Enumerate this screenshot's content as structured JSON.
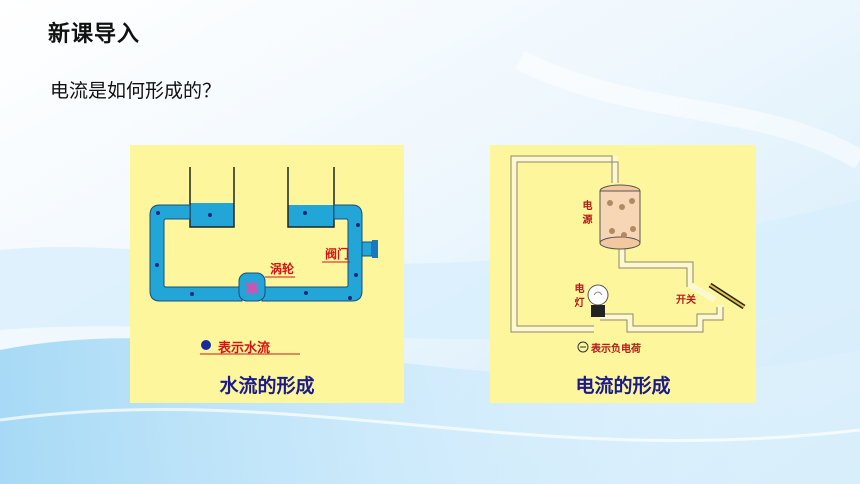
{
  "slide": {
    "title": "新课导入",
    "question": "电流是如何形成的？"
  },
  "water_panel": {
    "caption": "水流的形成",
    "turbine_label": "涡轮",
    "valve_label": "阀门",
    "legend_label": "表示水流"
  },
  "current_panel": {
    "caption": "电流的形成",
    "source_label": "电源",
    "lamp_label": "电灯",
    "switch_label": "开关",
    "legend_label": "表示负电荷"
  },
  "colors": {
    "panel_bg": "#fdf69c",
    "water": "#22a6d8",
    "caption": "#1a1a8c",
    "label": "#d41515"
  }
}
